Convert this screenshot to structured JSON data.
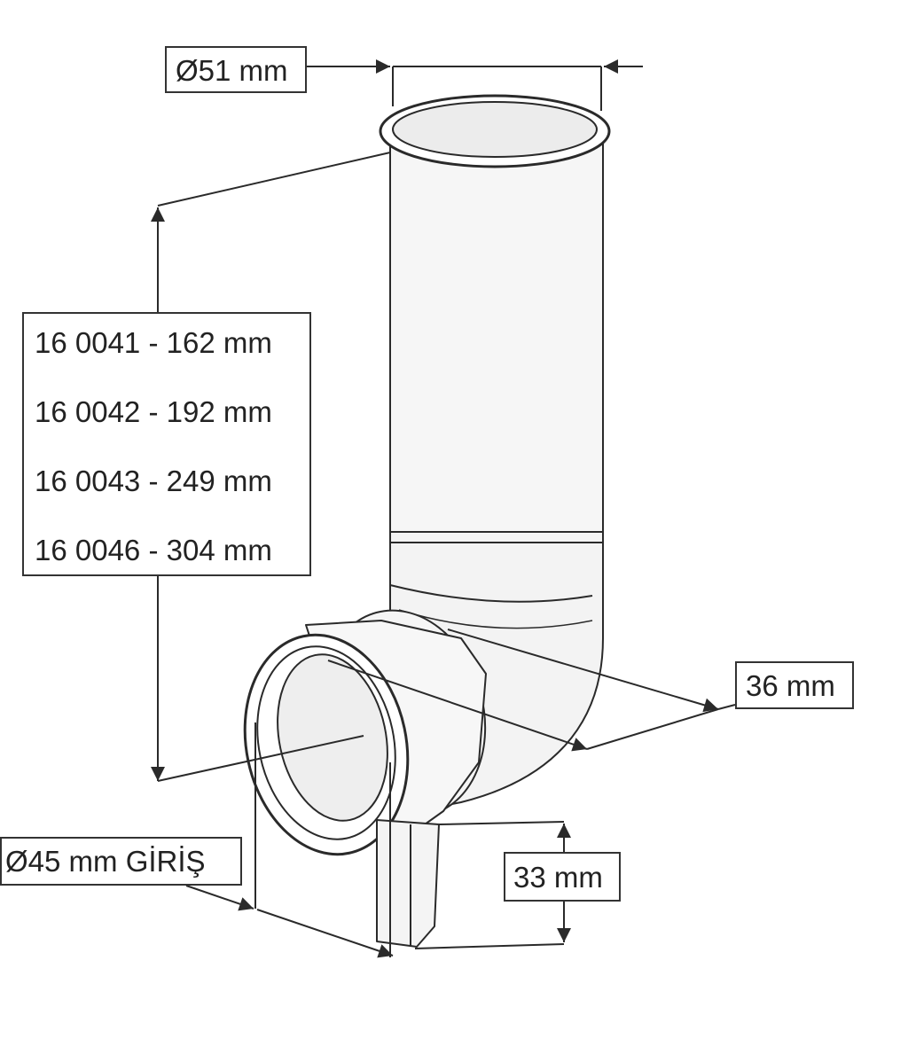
{
  "labels": {
    "outlet_diameter": "Ø51 mm",
    "lengths": [
      "16 0041 - 162 mm",
      "16 0042 - 192 mm",
      "16 0043 - 249 mm",
      "16 0046 - 304 mm"
    ],
    "offset": "36 mm",
    "inlet_height": "33 mm",
    "inlet_diameter": "Ø45 mm GİRİŞ"
  },
  "colors": {
    "line": "#2a2a2a",
    "fill": "#ffffff",
    "shade": "#e9e9e9"
  }
}
